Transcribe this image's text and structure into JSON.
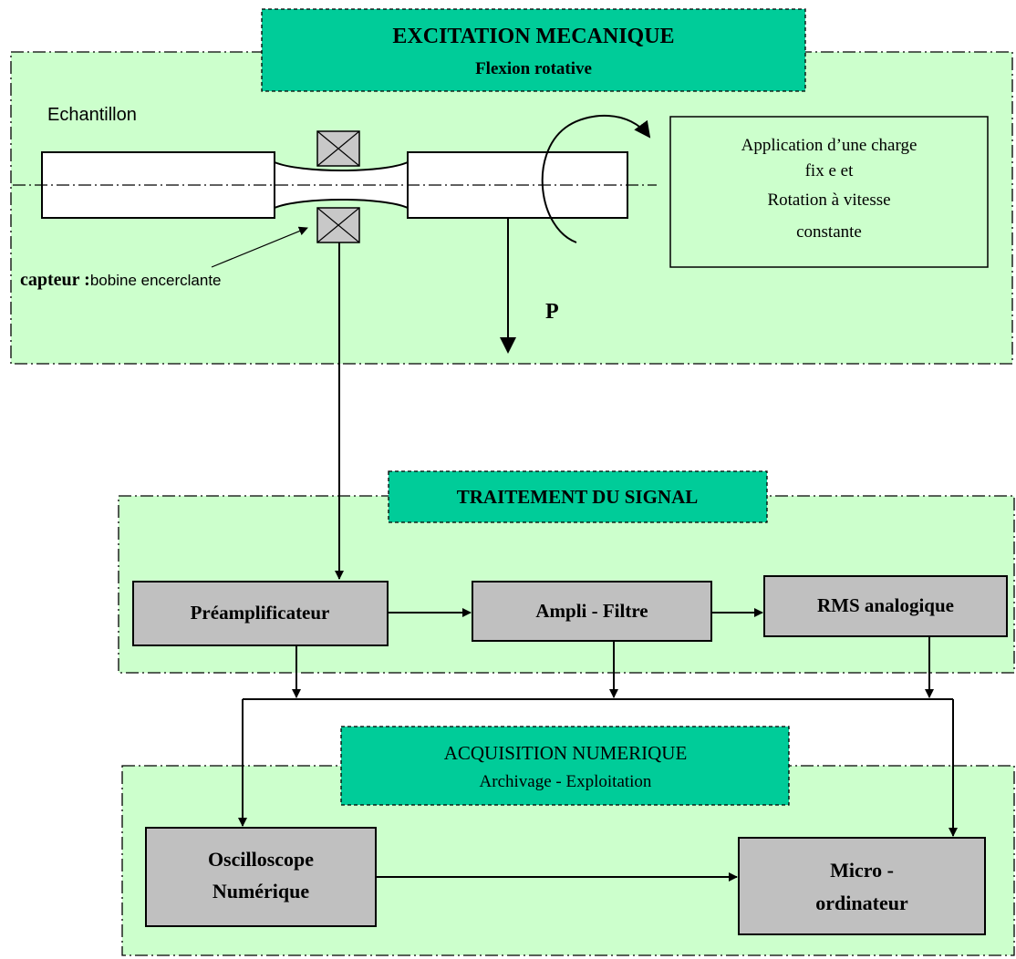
{
  "sections": {
    "excitation": {
      "title": "EXCITATION MECANIQUE",
      "subtitle": "Flexion rotative"
    },
    "traitement": {
      "title": "TRAITEMENT DU SIGNAL"
    },
    "acquisition": {
      "title": "ACQUISITION NUMERIQUE",
      "subtitle": "Archivage - Exploitation"
    }
  },
  "mechanical": {
    "sample_label": "Echantillon",
    "sensor_label_bold": "capteur :",
    "sensor_label": "bobine encerclante",
    "load_label": "P",
    "description": [
      "Application d’une charge",
      "fix e et",
      "Rotation à vitesse",
      "constante"
    ]
  },
  "blocks": {
    "preamp": "Préamplificateur",
    "ampli": "Ampli - Filtre",
    "rms": "RMS analogique",
    "oscillo": [
      "Oscilloscope",
      "Numérique"
    ],
    "micro": [
      "Micro -",
      "ordinateur"
    ]
  },
  "colors": {
    "region_fill": "#ccffcc",
    "title_fill": "#00cc99",
    "block_fill": "#c0c0c0"
  }
}
